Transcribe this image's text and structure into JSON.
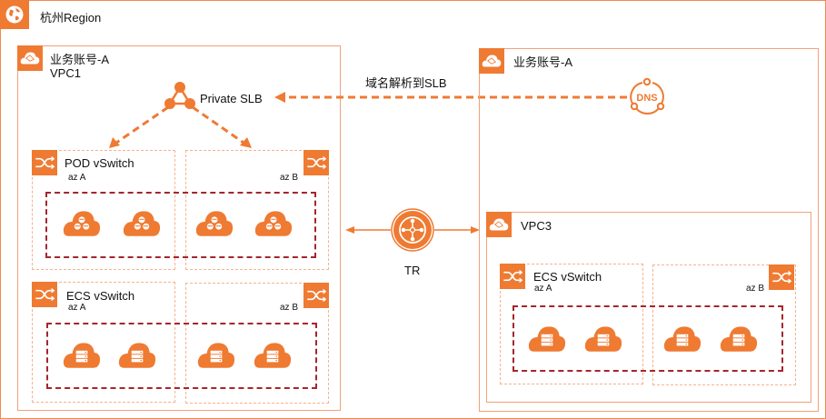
{
  "region": {
    "label": "杭州Region",
    "icon": "globe-icon"
  },
  "left_account": {
    "label": "业务账号-A",
    "vpc": "VPC1",
    "icon": "cloud-network-icon",
    "slb": {
      "label": "Private SLB",
      "icon": "slb-icon"
    },
    "pod_vswitch": {
      "label": "POD vSwitch",
      "zone_a": "az A",
      "zone_b": "az B",
      "icon": "vswitch-icon"
    },
    "ecs_vswitch": {
      "label": "ECS vSwitch",
      "zone_a": "az A",
      "zone_b": "az B",
      "icon": "vswitch-icon"
    }
  },
  "right_account": {
    "label": "业务账号-A",
    "icon": "cloud-network-icon",
    "dns": {
      "label": "DNS",
      "icon": "dns-icon"
    },
    "vpc": {
      "label": "VPC3",
      "icon": "cloud-network-icon"
    },
    "ecs_vswitch": {
      "label": "ECS vSwitch",
      "zone_a": "az A",
      "zone_b": "az B",
      "icon": "vswitch-icon"
    }
  },
  "dns_resolution_label": "域名解析到SLB",
  "tr": {
    "label": "TR",
    "icon": "transit-router-icon"
  },
  "colors": {
    "accent": "#ef7a32",
    "border": "#f0a27a",
    "dashed_group": "#a4262c"
  }
}
